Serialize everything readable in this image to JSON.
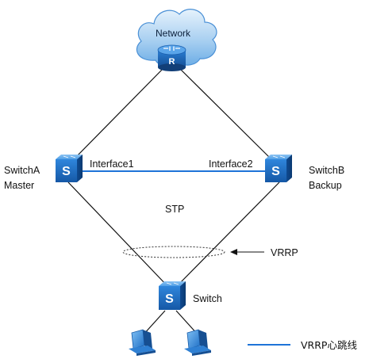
{
  "network": {
    "label": "Network",
    "router_letter": "R"
  },
  "switch_a": {
    "name": "SwitchA",
    "role": "Master",
    "letter": "S",
    "interface": "Interface1"
  },
  "switch_b": {
    "name": "SwitchB",
    "role": "Backup",
    "letter": "S",
    "interface": "Interface2"
  },
  "stp_label": "STP",
  "vrrp_label": "VRRP",
  "access_switch": {
    "name": "Switch",
    "letter": "S"
  },
  "legend": {
    "label": "VRRP心跳线",
    "line_color": "#1e73d8"
  },
  "colors": {
    "device_blue": "#1f6fc5",
    "cloud_blue": "#2c80d2",
    "heartbeat_line": "#1e73d8",
    "link_line": "#111111"
  },
  "icons": {
    "cloud": "cloud-icon",
    "router": "router-icon",
    "switch": "switch-icon",
    "pc": "pc-icon"
  }
}
